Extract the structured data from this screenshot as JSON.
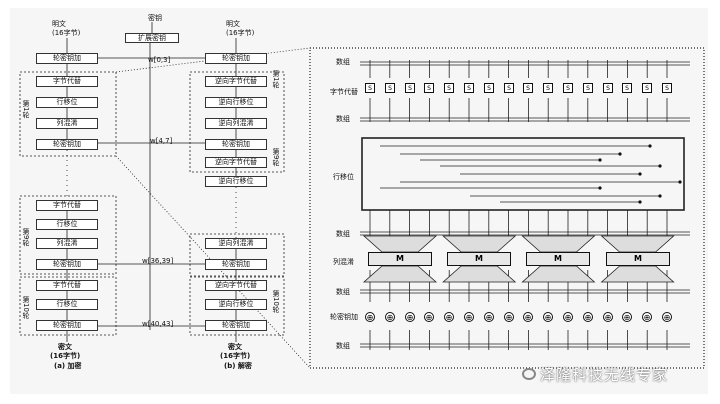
{
  "left_panel": {
    "plaintext_top": "明文",
    "plaintext_top_sub": "(16字节)",
    "key_label": "密钥",
    "key_expand": "扩展密钥",
    "w_labels": [
      "w[0,3]",
      "w[4,7]",
      "w[36,39]",
      "w[40,43]"
    ],
    "enc_boxes": [
      "轮密钥加",
      "字节代替",
      "行移位",
      "列混淆",
      "轮密钥加",
      "字节代替",
      "行移位",
      "列混淆",
      "轮密钥加",
      "字节代替",
      "行移位",
      "轮密钥加"
    ],
    "rounds": [
      "第1轮",
      "第9轮",
      "第10轮"
    ],
    "cipher_bottom": "密文",
    "cipher_bottom_sub": "(16字节)",
    "caption_a": "(a) 加密"
  },
  "middle_panel": {
    "ciphertext_top": "明文",
    "ciphertext_top_sub": "(16字节)",
    "dec_boxes": [
      "轮密钥加",
      "逆向字节代替",
      "逆向行移位",
      "逆向列混淆",
      "轮密钥加",
      "逆向字节代替",
      "逆向行移位",
      "逆向列混淆",
      "轮密钥加",
      "逆向字节代替",
      "逆向行移位",
      "轮密钥加"
    ],
    "rounds": [
      "第1轮",
      "第9轮",
      "第10轮"
    ],
    "plain_bottom": "密文",
    "plain_bottom_sub": "(16字节)",
    "caption_b": "(b) 解密"
  },
  "detail_panel": {
    "row_labels": [
      "数组",
      "字节代替",
      "数组",
      "行移位",
      "数组",
      "列混淆",
      "数组",
      "轮密钥加",
      "数组"
    ],
    "sbox_symbol": "S",
    "mix_symbol": "M",
    "xor_symbol": "⊕"
  },
  "watermark": "泽隆科技无线专家"
}
